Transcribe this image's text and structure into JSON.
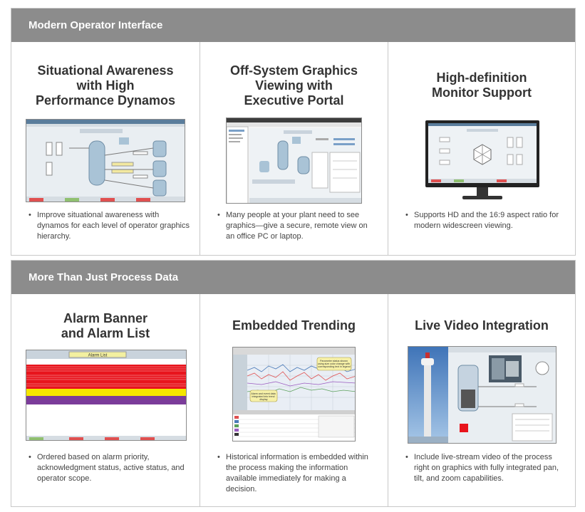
{
  "sections": [
    {
      "header": "Modern Operator Interface",
      "cards": [
        {
          "title_lines": [
            "Situational Awareness",
            "with High",
            "Performance Dynamos"
          ],
          "bullet": "Improve situational awareness with dynamos for each level of operator graphics hierarchy."
        },
        {
          "title_lines": [
            "Off-System Graphics",
            "Viewing with",
            "Executive Portal"
          ],
          "bullet": "Many people at your plant need to see graphics—give a secure, remote view on an office PC or laptop."
        },
        {
          "title_lines": [
            "High-definition",
            "Monitor Support"
          ],
          "bullet": "Supports HD and the 16:9 aspect ratio for modern widescreen viewing."
        }
      ]
    },
    {
      "header": "More Than Just Process Data",
      "cards": [
        {
          "title_lines": [
            "Alarm Banner",
            "and Alarm List"
          ],
          "bullet": "Ordered based on alarm priority, acknowledgment status, active status, and operator scope."
        },
        {
          "title_lines": [
            "Embedded Trending"
          ],
          "bullet": "Historical information is embedded within the process making the information available immediately for making a decision."
        },
        {
          "title_lines": [
            "Live Video Integration"
          ],
          "bullet": "Include live-stream video of the process right on graphics with fully integrated pan, tilt, and zoom capabilities."
        }
      ]
    }
  ],
  "colors": {
    "header_bg": "#8c8c8c",
    "alarm_red": "#e8141c",
    "alarm_yellow": "#f5e600",
    "alarm_purple": "#7b3c9a",
    "process_blue": "#a9c3d6"
  },
  "screenshots": {
    "alarm_list_title": "Alarm List",
    "trend_callout_1": "Parameter status shown using size color change with corresponding text in legend",
    "trend_callout_2": "Alarm and event data integrated into trend display"
  }
}
